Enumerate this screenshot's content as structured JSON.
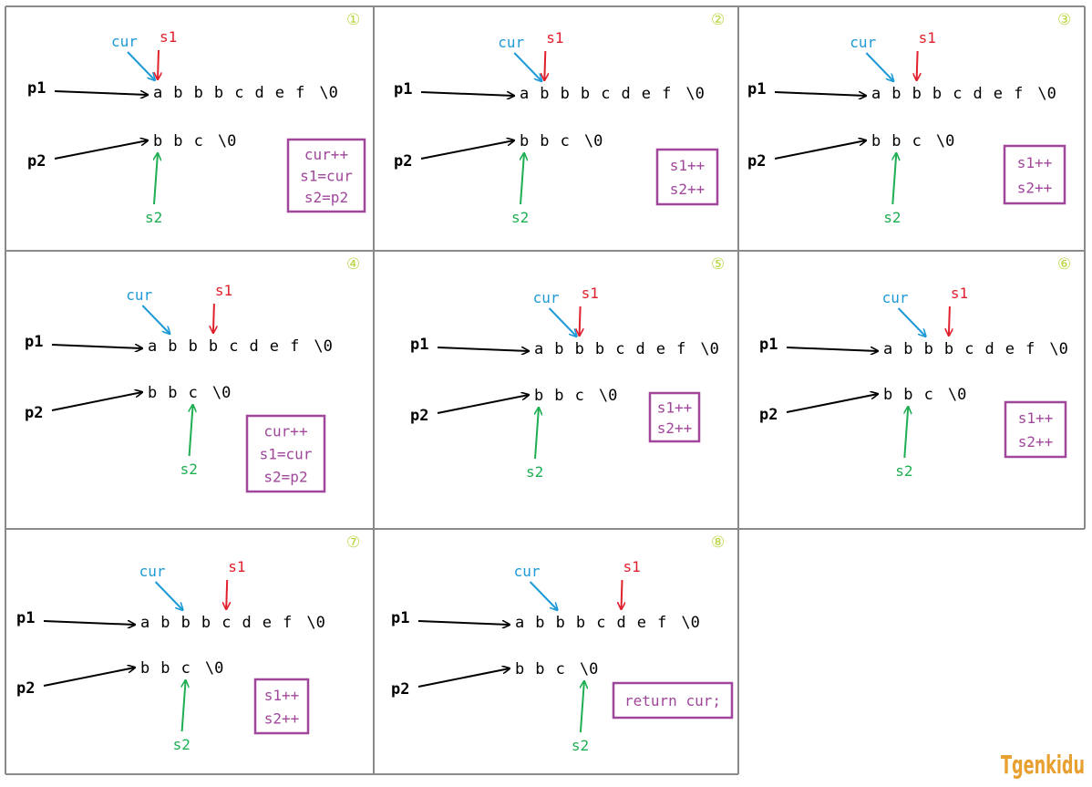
{
  "labels": {
    "p1": "p1",
    "p2": "p2",
    "cur": "cur",
    "s1": "s1",
    "s2": "s2"
  },
  "colors": {
    "cur": "#1e9ad6",
    "s1": "#e0202c",
    "s2": "#1fae52",
    "code": "#a0479b",
    "step": "#b8d640",
    "grid": "#8a8a8a",
    "text": "#000000"
  },
  "watermark": "Tgenkidu",
  "panels": [
    {
      "step": "①",
      "p1_chars": [
        "a",
        "b",
        "b",
        "b",
        "c",
        "d",
        "e",
        "f",
        "\\0"
      ],
      "p2_chars": [
        "b",
        "b",
        "c",
        "\\0"
      ],
      "cur_index": 0,
      "s1_index": 0,
      "s2_index": 0,
      "code_lines": [
        "cur++",
        "s1=cur",
        "s2=p2"
      ]
    },
    {
      "step": "②",
      "p1_chars": [
        "a",
        "b",
        "b",
        "b",
        "c",
        "d",
        "e",
        "f",
        "\\0"
      ],
      "p2_chars": [
        "b",
        "b",
        "c",
        "\\0"
      ],
      "cur_index": 1,
      "s1_index": 1,
      "s2_index": 0,
      "code_lines": [
        "s1++",
        "s2++"
      ]
    },
    {
      "step": "③",
      "p1_chars": [
        "a",
        "b",
        "b",
        "b",
        "c",
        "d",
        "e",
        "f",
        "\\0"
      ],
      "p2_chars": [
        "b",
        "b",
        "c",
        "\\0"
      ],
      "cur_index": 1,
      "s1_index": 2,
      "s2_index": 1,
      "code_lines": [
        "s1++",
        "s2++"
      ]
    },
    {
      "step": "④",
      "p1_chars": [
        "a",
        "b",
        "b",
        "b",
        "c",
        "d",
        "e",
        "f",
        "\\0"
      ],
      "p2_chars": [
        "b",
        "b",
        "c",
        "\\0"
      ],
      "cur_index": 1,
      "s1_index": 3,
      "s2_index": 2,
      "code_lines": [
        "cur++",
        "s1=cur",
        "s2=p2"
      ]
    },
    {
      "step": "⑤",
      "p1_chars": [
        "a",
        "b",
        "b",
        "b",
        "c",
        "d",
        "e",
        "f",
        "\\0"
      ],
      "p2_chars": [
        "b",
        "b",
        "c",
        "\\0"
      ],
      "cur_index": 2,
      "s1_index": 2,
      "s2_index": 0,
      "code_lines": [
        "s1++",
        "s2++"
      ]
    },
    {
      "step": "⑥",
      "p1_chars": [
        "a",
        "b",
        "b",
        "b",
        "c",
        "d",
        "e",
        "f",
        "\\0"
      ],
      "p2_chars": [
        "b",
        "b",
        "c",
        "\\0"
      ],
      "cur_index": 2,
      "s1_index": 3,
      "s2_index": 1,
      "code_lines": [
        "s1++",
        "s2++"
      ]
    },
    {
      "step": "⑦",
      "p1_chars": [
        "a",
        "b",
        "b",
        "b",
        "c",
        "d",
        "e",
        "f",
        "\\0"
      ],
      "p2_chars": [
        "b",
        "b",
        "c",
        "\\0"
      ],
      "cur_index": 2,
      "s1_index": 4,
      "s2_index": 2,
      "code_lines": [
        "s1++",
        "s2++"
      ]
    },
    {
      "step": "⑧",
      "p1_chars": [
        "a",
        "b",
        "b",
        "b",
        "c",
        "d",
        "e",
        "f",
        "\\0"
      ],
      "p2_chars": [
        "b",
        "b",
        "c",
        "\\0"
      ],
      "cur_index": 2,
      "s1_index": 5,
      "s2_index": 3,
      "code_lines": [
        "return cur;"
      ]
    }
  ]
}
